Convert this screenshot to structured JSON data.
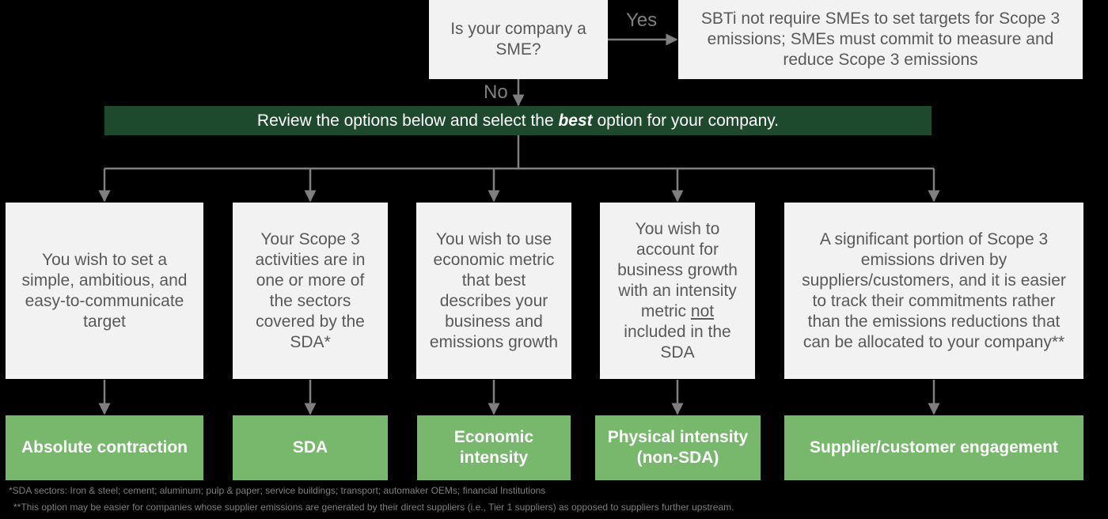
{
  "question": {
    "line1": "Is your company a",
    "line2": "SME?"
  },
  "yes_label": "Yes",
  "no_label": "No",
  "sme_result": {
    "line1": "SBTi not require SMEs to set targets for Scope 3",
    "line2": "emissions; SMEs must commit to measure and",
    "line3": "reduce Scope 3 emissions"
  },
  "banner": {
    "pre": "Review the options below and select the ",
    "emph": "best",
    "post": " option for your company."
  },
  "options": [
    {
      "lines": [
        "You wish to set a",
        "simple, ambitious, and",
        "easy-to-communicate",
        "target"
      ],
      "outcome": [
        "Absolute contraction"
      ]
    },
    {
      "lines": [
        "Your Scope 3",
        "activities are in",
        "one or more of",
        "the sectors",
        "covered by the",
        "SDA*"
      ],
      "outcome": [
        "SDA"
      ]
    },
    {
      "lines": [
        "You wish to use",
        "economic metric",
        "that best",
        "describes your",
        "business and",
        "emissions growth"
      ],
      "outcome": [
        "Economic",
        "intensity"
      ]
    },
    {
      "lines_pre": [
        "You wish to",
        "account for",
        "business growth",
        "with an intensity"
      ],
      "line_metric_pre": "metric ",
      "line_metric_under": "not",
      "lines_post": [
        "included in the",
        "SDA"
      ],
      "outcome": [
        "Physical intensity",
        "(non-SDA)"
      ]
    },
    {
      "lines": [
        "A significant portion of Scope 3",
        "emissions driven by",
        "suppliers/customers, and it is easier",
        "to track their commitments rather",
        "than the emissions reductions that",
        "can be allocated to your company**"
      ],
      "outcome": [
        "Supplier/customer engagement"
      ]
    }
  ],
  "footnotes": {
    "sda": "*SDA sectors: Iron & steel; cement; aluminum; pulp & paper; service buildings; transport; automaker OEMs; financial Institutions",
    "supplier": "**This option may be easier for companies whose supplier emissions are generated by their direct suppliers (i.e., Tier 1 suppliers) as opposed to suppliers further upstream."
  },
  "colors": {
    "background": "#000000",
    "box": "#f2f2f2",
    "box_text": "#595959",
    "banner": "#1d4a2c",
    "outcome": "#77b86d",
    "connector": "#7f7f7f"
  }
}
